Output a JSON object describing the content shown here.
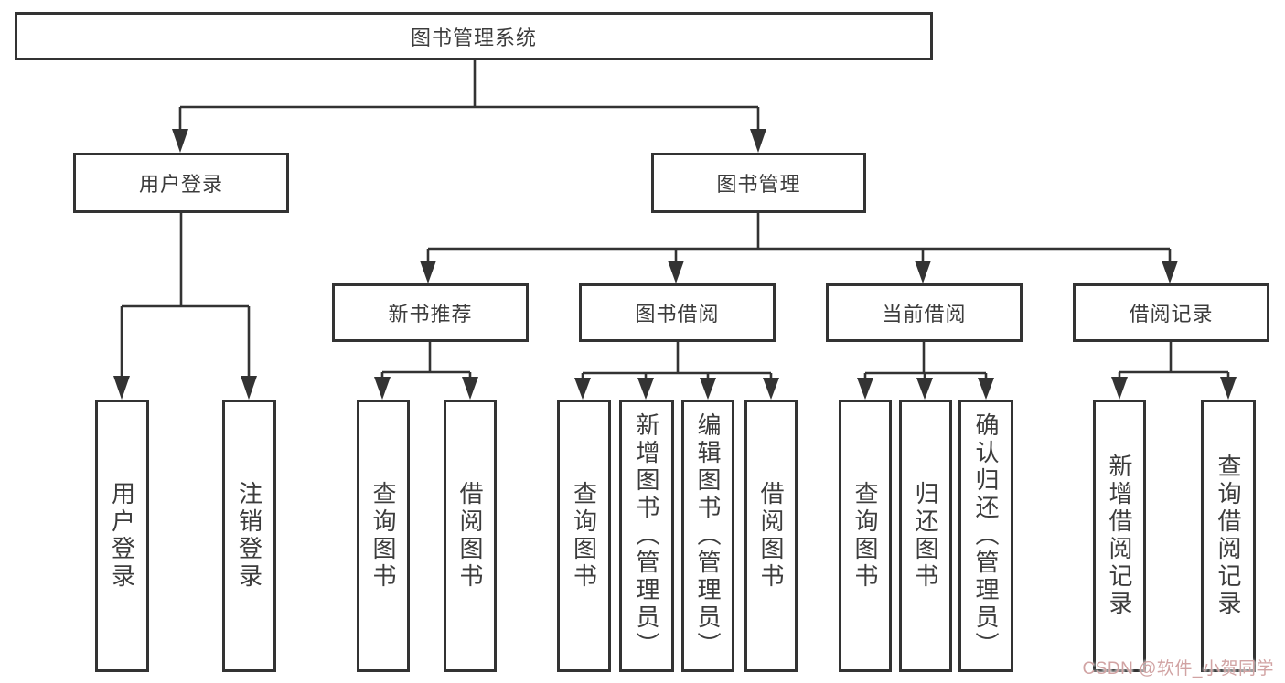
{
  "diagram": {
    "type": "hierarchy-tree",
    "title": "图书管理系统",
    "colors": {
      "line": "#333333",
      "box_bg": "#ffffff",
      "text": "#3c3c3c",
      "background": "#ffffff",
      "watermark": "#d1a3a3"
    },
    "nodes": {
      "root": {
        "label": "图书管理系统"
      },
      "user_login": {
        "label": "用户登录"
      },
      "book_mgmt": {
        "label": "图书管理"
      },
      "new_book_rec": {
        "label": "新书推荐"
      },
      "book_borrow": {
        "label": "图书借阅"
      },
      "current_borrow": {
        "label": "当前借阅"
      },
      "borrow_records": {
        "label": "借阅记录"
      },
      "leaf_user_login": {
        "label": "用户登录",
        "parent": "用户登录"
      },
      "leaf_logout": {
        "label": "注销登录",
        "parent": "用户登录"
      },
      "leaf_query_book_1": {
        "label": "查询图书",
        "parent": "新书推荐"
      },
      "leaf_borrow_book_1": {
        "label": "借阅图书",
        "parent": "新书推荐"
      },
      "leaf_query_book_2": {
        "label": "查询图书",
        "parent": "图书借阅"
      },
      "leaf_add_book": {
        "label": "新增图书（管理员）",
        "parent": "图书借阅"
      },
      "leaf_edit_book": {
        "label": "编辑图书（管理员）",
        "parent": "图书借阅"
      },
      "leaf_borrow_book_2": {
        "label": "借阅图书",
        "parent": "图书借阅"
      },
      "leaf_query_book_3": {
        "label": "查询图书",
        "parent": "当前借阅"
      },
      "leaf_return_book": {
        "label": "归还图书",
        "parent": "当前借阅"
      },
      "leaf_confirm_return": {
        "label": "确认归还（管理员）",
        "parent": "当前借阅"
      },
      "leaf_add_record": {
        "label": "新增借阅记录",
        "parent": "借阅记录"
      },
      "leaf_query_record": {
        "label": "查询借阅记录",
        "parent": "借阅记录"
      }
    },
    "watermark": "CSDN @软件_小贺同学"
  }
}
